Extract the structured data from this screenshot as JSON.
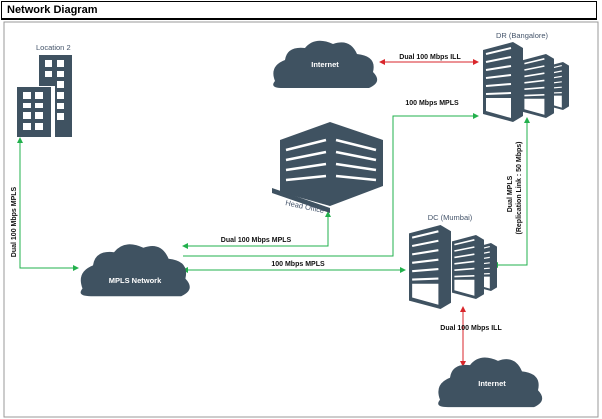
{
  "title": "Network Diagram",
  "nodes": {
    "location2": "Location 2",
    "internet_top": "Internet",
    "dr": "DR (Bangalore)",
    "head_office": "Head Office",
    "mpls": "MPLS Network",
    "dc": "DC (Mumbai)",
    "internet_bottom": "Internet"
  },
  "links": {
    "internet_dr": "Dual 100 Mbps ILL",
    "mpls_dr": "100 Mbps MPLS",
    "mpls_ho": "Dual 100 Mbps MPLS",
    "mpls_dc": "100 Mbps MPLS",
    "loc2_mpls": "Dual 100 Mbps MPLS",
    "dc_dr_line1": "Dual MPLS",
    "dc_dr_line2": "(Replication Link : 50 Mbps)",
    "dc_internet": "Dual 100 Mbps ILL"
  },
  "colors": {
    "icon": "#3f5261",
    "mpls_link": "#22b04c",
    "ill_link": "#d9262b",
    "label": "#44546a"
  }
}
